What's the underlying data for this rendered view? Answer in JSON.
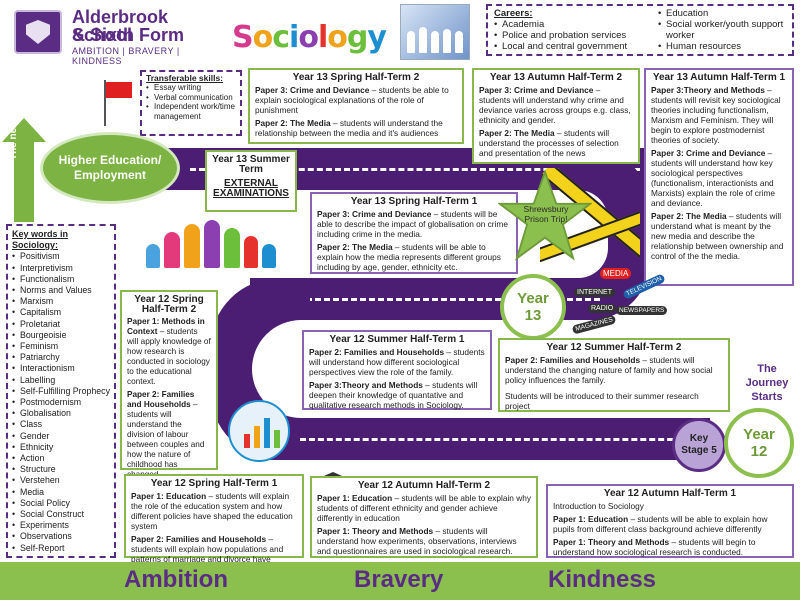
{
  "school": {
    "name": "Alderbrook School",
    "sub": "& Sixth Form",
    "motto": "AMBITION | BRAVERY | KINDNESS"
  },
  "subject_logo": [
    "S",
    "o",
    "c",
    "i",
    "o",
    "l",
    "o",
    "g",
    "y"
  ],
  "careers": {
    "title": "Careers:",
    "col1": [
      "Academia",
      "Police and probation services",
      "Local and central government"
    ],
    "col2": [
      "Education",
      "Social worker/youth support worker",
      "Human resources"
    ]
  },
  "transferable": {
    "title": "Transferable skills:",
    "items": [
      "Essay writing",
      "Verbal communication",
      "Independent work/time management"
    ]
  },
  "next_step": "The next step",
  "higher_ed": "Higher Education/ Employment",
  "summer13": {
    "title": "Year 13 Summer Term",
    "sub": "EXTERNAL EXAMINATIONS"
  },
  "boxes": {
    "y13_spring2": {
      "title": "Year 13 Spring Half-Term 2",
      "p1_bold": "Paper 3: Crime and Deviance",
      "p1": " – students be able to explain sociological explanations of the role of punishment",
      "p2_bold": "Paper 2: The Media",
      "p2": " – students will understand the relationship between the media and it's audiences"
    },
    "y13_autumn2": {
      "title": "Year 13 Autumn Half-Term 2",
      "p1_bold": "Paper 3: Crime and Deviance",
      "p1": " – students will understand why crime and deviance varies across groups e.g. class, ethnicity and gender.",
      "p2_bold": "Paper 2: The Media",
      "p2": " – students will understand the processes of selection and presentation of the news"
    },
    "y13_autumn1": {
      "title": "Year 13 Autumn Half-Term 1",
      "p1_bold": "Paper 3:Theory and Methods",
      "p1": " – students will revisit key sociological theories including functionalism, Marxism and Feminism. They will begin to explore postmodernist theories of society.",
      "p2_bold": "Paper 3: Crime and Deviance",
      "p2": " – students will understand how key sociological perspectives (functionalism, interactionists and Marxists) explain the role of crime and deviance.",
      "p3_bold": "Paper 2: The Media",
      "p3": " – students will understand what is meant by the new media and describe the relationship between ownership and control of the the media."
    },
    "y13_spring1": {
      "title": "Year 13 Spring Half-Term 1",
      "p1_bold": "Paper 3: Crime and Deviance",
      "p1": " – students will be able to describe the impact of globalisation on crime including crime in the media.",
      "p2_bold": "Paper 2: The Media",
      "p2": " – students will be able to explain how the media represents different groups including by age, gender, ethnicity etc."
    },
    "y12_spring2": {
      "title": "Year 12 Spring Half-Term 2",
      "p1_bold": "Paper 1: Methods in Context",
      "p1": " – students will apply knowledge of how research is conducted in sociology to the educational context.",
      "p2_bold": "Paper 2: Families and Households",
      "p2": " – students will understand the division of labour between couples and how the nature of childhood has changed."
    },
    "y12_summer1": {
      "title": "Year 12 Summer Half-Term 1",
      "p1_bold": "Paper 2: Families and Households",
      "p1": " – students will understand how different sociological perspectives view the role of the family.",
      "p2_bold": "Paper 3:Theory and Methods",
      "p2": " – students will deepen their knowledge of quantative and qualitative research methods in Sociology."
    },
    "y12_summer2": {
      "title": "Year 12 Summer Half-Term 2",
      "p1_bold": "Paper 2: Families and Households",
      "p1": " – students will understand the changing nature of family and how social policy influences the family.",
      "p2": "Students will be introduced to their summer research project"
    },
    "y12_spring1": {
      "title": "Year 12 Spring Half-Term 1",
      "p1_bold": "Paper 1: Education",
      "p1": " – students will explain the role of the education system and how different policies have shaped the education system",
      "p2_bold": "Paper 2: Families and Households",
      "p2": " – students will explain how populations and patterns of marriage and divorce have changed over time."
    },
    "y12_autumn2": {
      "title": "Year 12 Autumn Half-Term 2",
      "p1_bold": "Paper 1: Education",
      "p1": " – students will be able to explain why students of different ethnicity and gender achieve differently in education",
      "p2_bold": "Paper 1: Theory and Methods",
      "p2": " – students will understand how experiments, observations, interviews and questionnaires are used in sociological research."
    },
    "y12_autumn1": {
      "title": "Year 12 Autumn Half-Term 1",
      "intro": "Introduction to Sociology",
      "p1_bold": "Paper 1: Education",
      "p1": " – students will be able to explain how pupils from different class background achieve differently",
      "p2_bold": "Paper 1: Theory and Methods",
      "p2": " – students will begin to understand how sociological research is conducted."
    }
  },
  "prison_trip": "Shrewsbury Prison Trip!",
  "media_words": [
    "MEDIA",
    "INTERNET",
    "TELEVISION",
    "RADIO",
    "NEWSPAPERS",
    "MAGAZINES"
  ],
  "year13": "Year 13",
  "year12": "Year 12",
  "key_stage": "Key Stage 5",
  "journey": "The Journey Starts",
  "keywords": {
    "title": "Key words in Sociology:",
    "items": [
      "Positivism",
      "Interpretivism",
      "Functionalism",
      "Norms and Values",
      "Marxism",
      "Capitalism",
      "Proletariat",
      "Bourgeoisie",
      "Feminism",
      "Patriarchy",
      "Interactionism",
      "Labelling",
      "Self-Fulfilling Prophecy",
      "Postmodernism",
      "Globalisation",
      "Class",
      "Gender",
      "Ethnicity",
      "Action",
      "Structure",
      "Verstehen",
      "Media",
      "Social Policy",
      "Social Construct",
      "Experiments",
      "Observations",
      "Self-Report"
    ]
  },
  "values": [
    "Ambition",
    "Bravery",
    "Kindness"
  ],
  "colors": {
    "purple": "#5b2c83",
    "road": "#4b1d73",
    "green": "#8cc04e"
  }
}
